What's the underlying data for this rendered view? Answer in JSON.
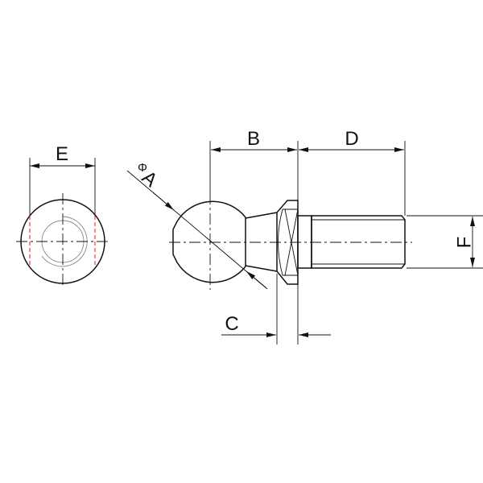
{
  "labels": {
    "A": "A",
    "phi": "Φ",
    "B": "B",
    "C": "C",
    "D": "D",
    "E": "E",
    "F": "F"
  },
  "colors": {
    "line": "#111111",
    "hidden_edge": "#dd3333"
  }
}
